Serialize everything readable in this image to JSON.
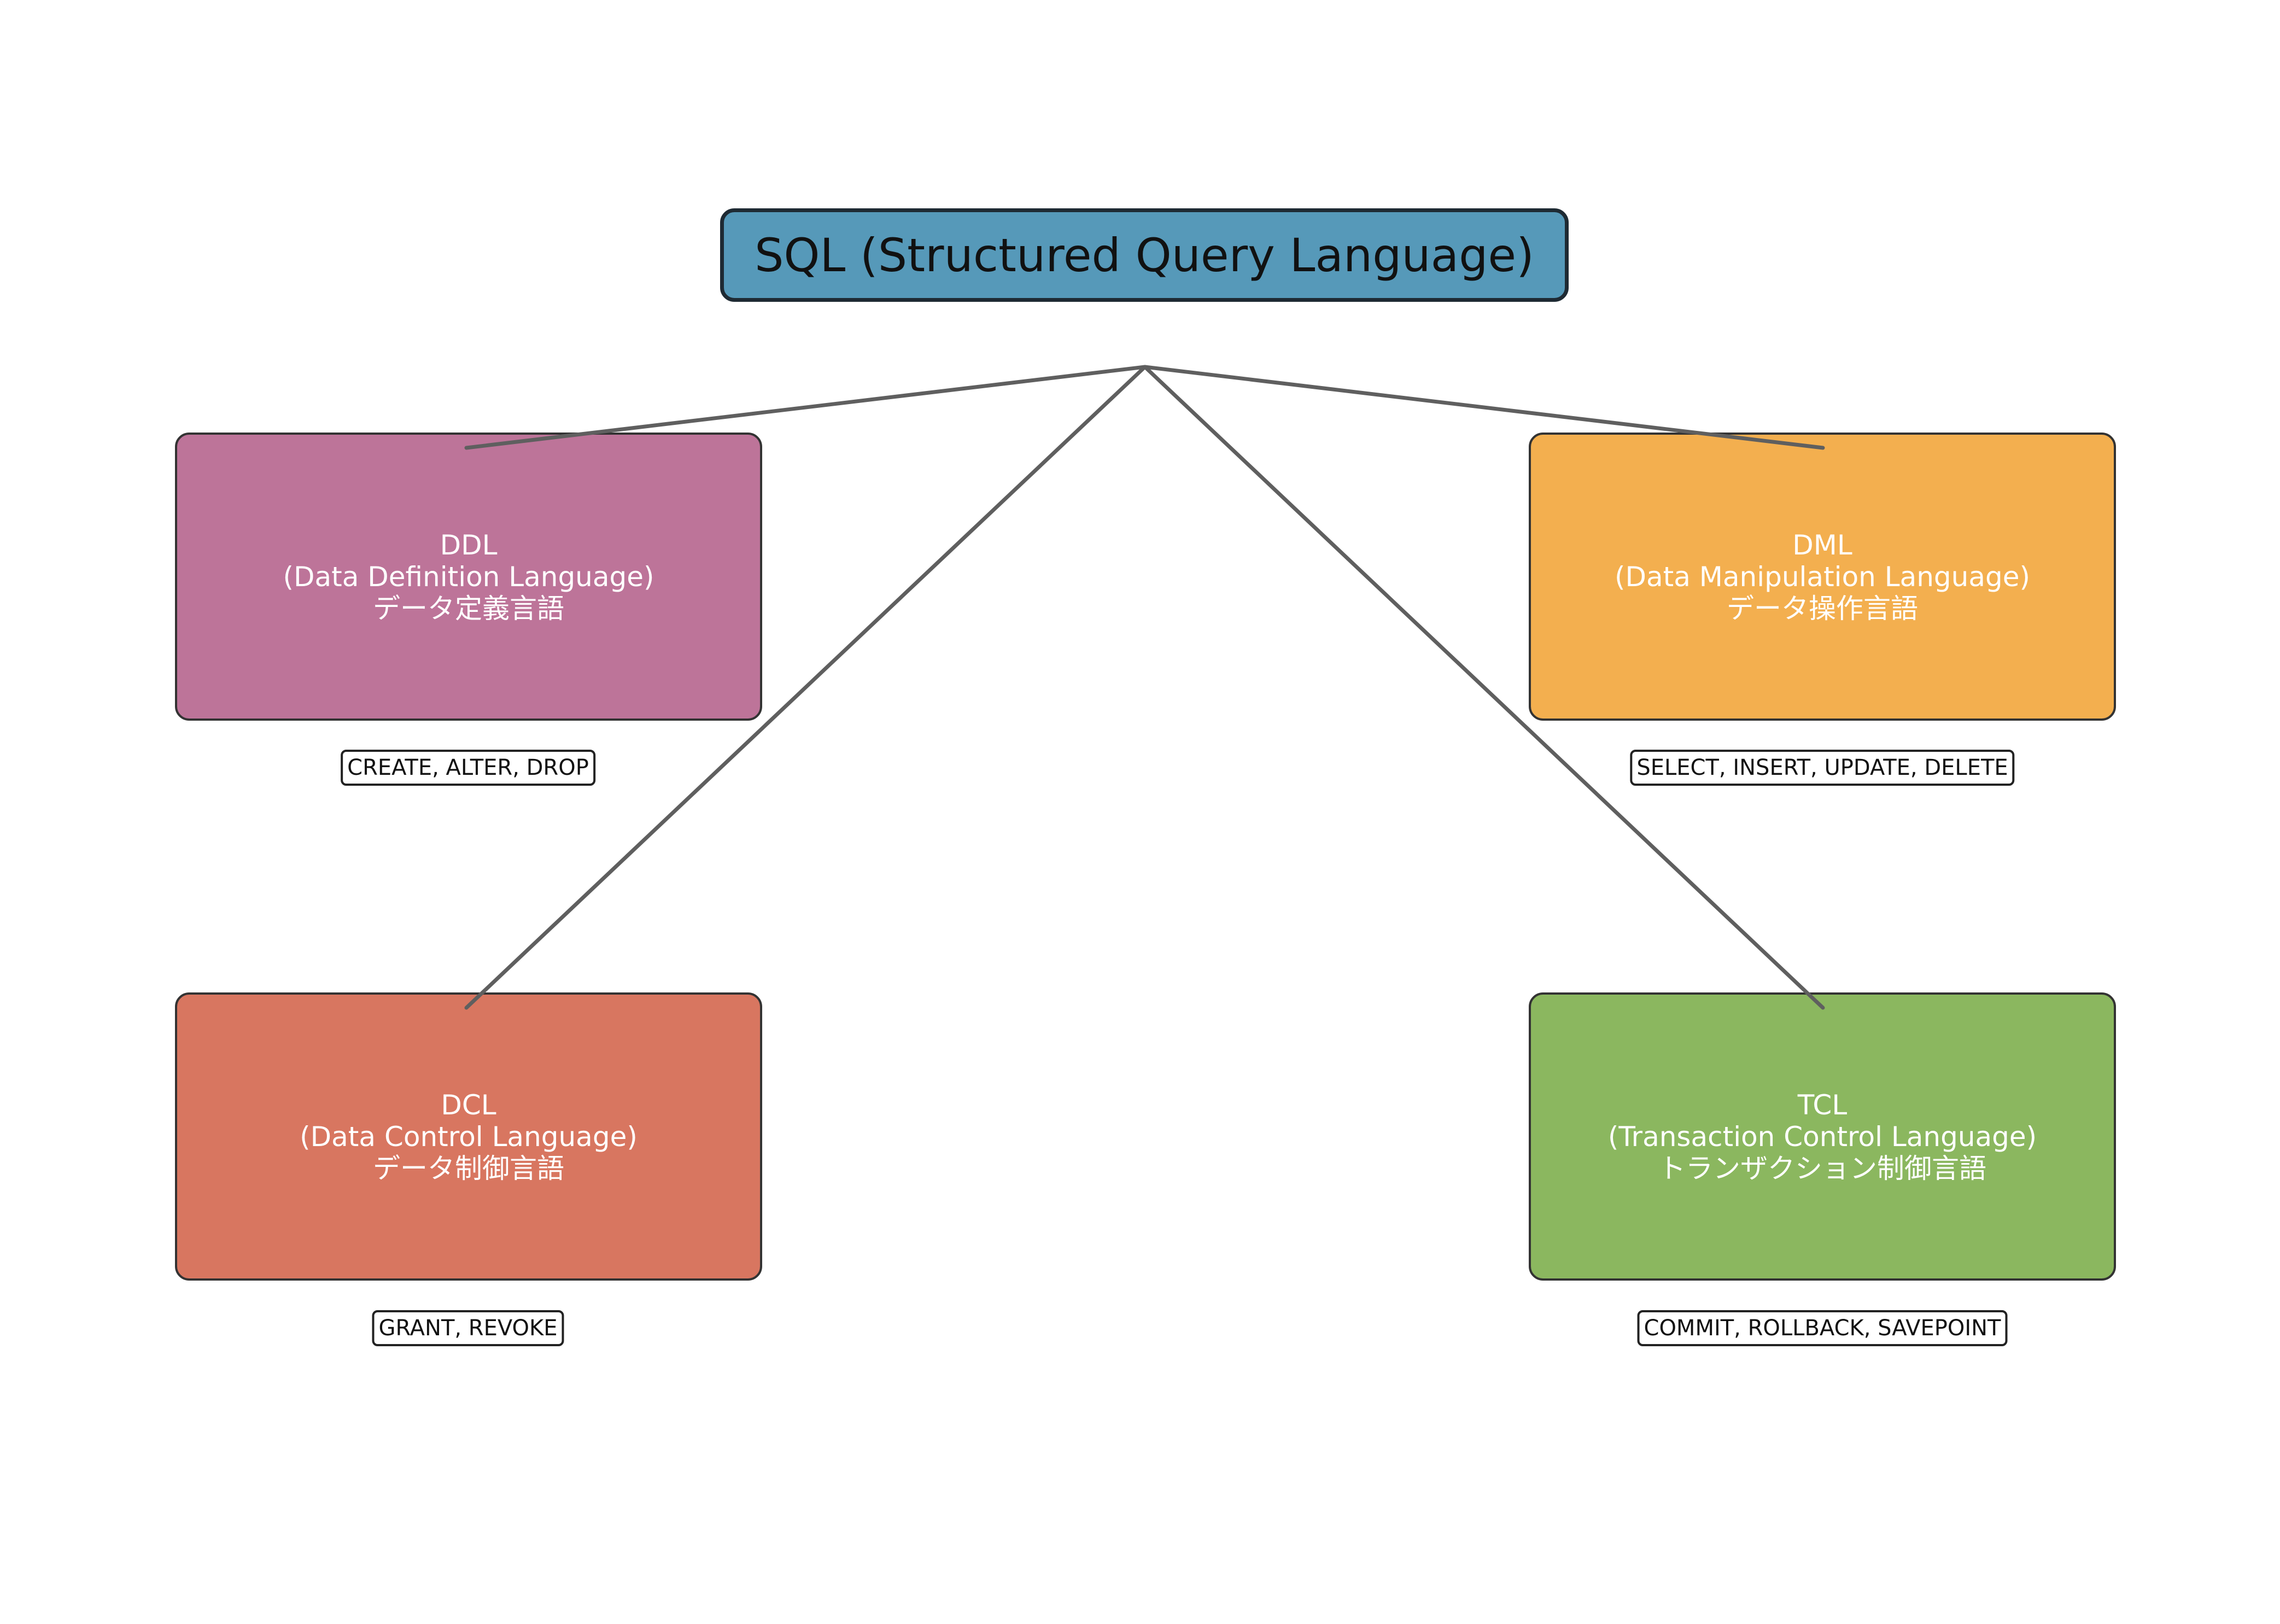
{
  "root": {
    "title": "SQL (Structured Query Language)",
    "color": "#5699b9"
  },
  "categories": [
    {
      "id": "ddl",
      "abbr": "DDL",
      "name": "(Data Definition Language)",
      "name_ja": "データ定義言語",
      "commands": "CREATE, ALTER, DROP",
      "color": "#bd7499"
    },
    {
      "id": "dml",
      "abbr": "DML",
      "name": "(Data Manipulation Language)",
      "name_ja": "データ操作言語",
      "commands": "SELECT, INSERT, UPDATE, DELETE",
      "color": "#f3af4f"
    },
    {
      "id": "dcl",
      "abbr": "DCL",
      "name": "(Data Control Language)",
      "name_ja": "データ制御言語",
      "commands": "GRANT, REVOKE",
      "color": "#d87660"
    },
    {
      "id": "tcl",
      "abbr": "TCL",
      "name": "(Transaction Control Language)",
      "name_ja": "トランザクション制御言語",
      "commands": "COMMIT, ROLLBACK, SAVEPOINT",
      "color": "#8bb75f"
    }
  ],
  "connector_color": "#5f5f5f"
}
